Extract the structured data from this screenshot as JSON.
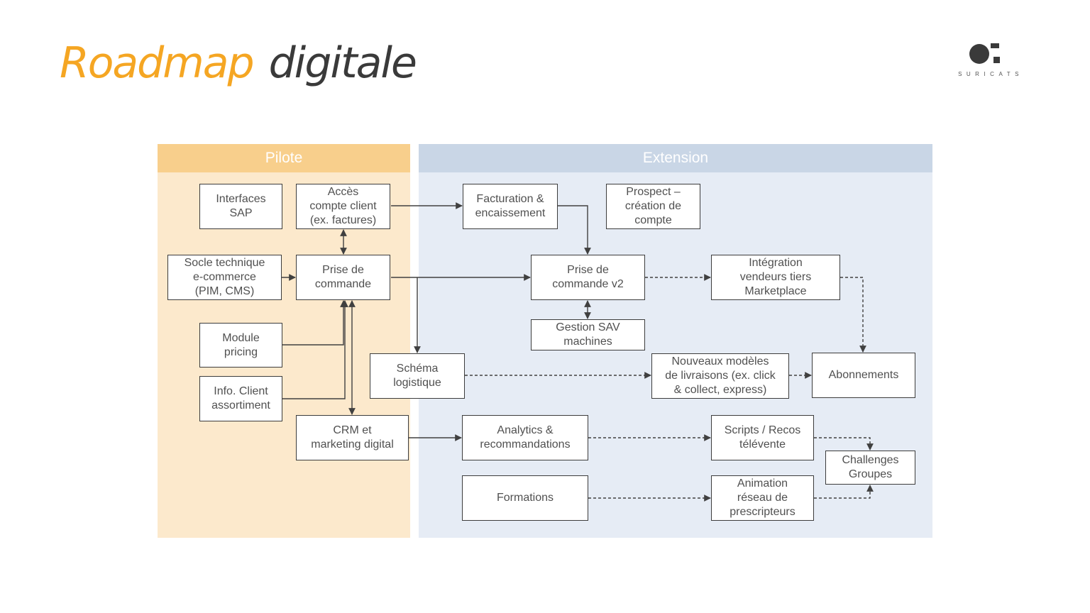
{
  "title": {
    "word1": "Roadmap",
    "word2": "digitale"
  },
  "logo": {
    "text": "SURICATS"
  },
  "zones": {
    "pilote": {
      "label": "Pilote",
      "header_color": "#f8cf8c",
      "body_color": "#fce9cc"
    },
    "extension": {
      "label": "Extension",
      "header_color": "#c9d6e6",
      "body_color": "#e6ecf5"
    }
  },
  "colors": {
    "box_border": "#3c3c3c",
    "arrow": "#404040",
    "text": "#505050"
  },
  "nodes": {
    "interfaces_sap": "Interfaces\nSAP",
    "acces_compte": "Accès\ncompte client\n(ex. factures)",
    "socle_technique": "Socle technique\ne-commerce\n(PIM, CMS)",
    "prise_commande": "Prise de\ncommande",
    "module_pricing": "Module\npricing",
    "info_client": "Info. Client\nassortiment",
    "crm_marketing": "CRM et\nmarketing digital",
    "facturation": "Facturation &\nencaissement",
    "prospect": "Prospect –\ncréation de\ncompte",
    "prise_commande_v2": "Prise de\ncommande v2",
    "integration_vendeurs": "Intégration\nvendeurs tiers\nMarketplace",
    "gestion_sav": "Gestion SAV\nmachines",
    "schema_logistique": "Schéma\nlogistique",
    "nouveaux_modeles": "Nouveaux modèles\nde livraisons (ex. click\n& collect, express)",
    "abonnements": "Abonnements",
    "analytics": "Analytics &\nrecommandations",
    "scripts_recos": "Scripts / Recos\ntélévente",
    "challenges": "Challenges\nGroupes",
    "formations": "Formations",
    "animation_reseau": "Animation\nréseau de\nprescripteurs"
  }
}
